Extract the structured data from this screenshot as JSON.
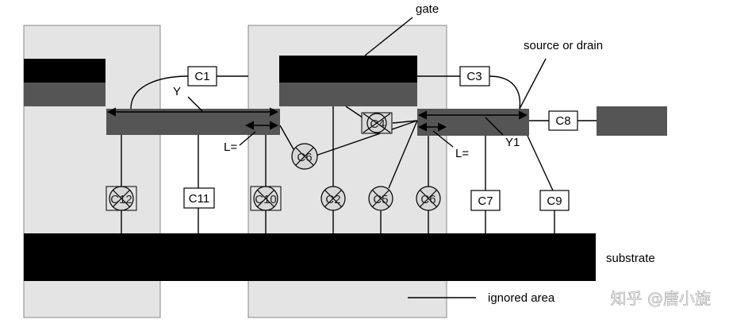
{
  "labels": {
    "gate": "gate",
    "source_or_drain": "source or drain",
    "substrate": "substrate",
    "ignored_area": "ignored area",
    "y": "Y",
    "y1": "Y1",
    "l_left": "L=",
    "l_right": "L="
  },
  "capacitors": {
    "c1": "C1",
    "c2": "C2",
    "c3": "C3",
    "c4": "C4",
    "c5": "C5",
    "c6": "C6",
    "c7": "C7",
    "c8": "C8",
    "c9": "C9",
    "c10": "C10",
    "c11": "C11",
    "c12": "C12",
    "c6_mid": "C6"
  },
  "watermark": "知乎 @唐小旋",
  "colors": {
    "ignored_area": "#e4e4e4",
    "conductor_dark": "#000000",
    "conductor_mid": "#555555",
    "line": "#000000"
  }
}
